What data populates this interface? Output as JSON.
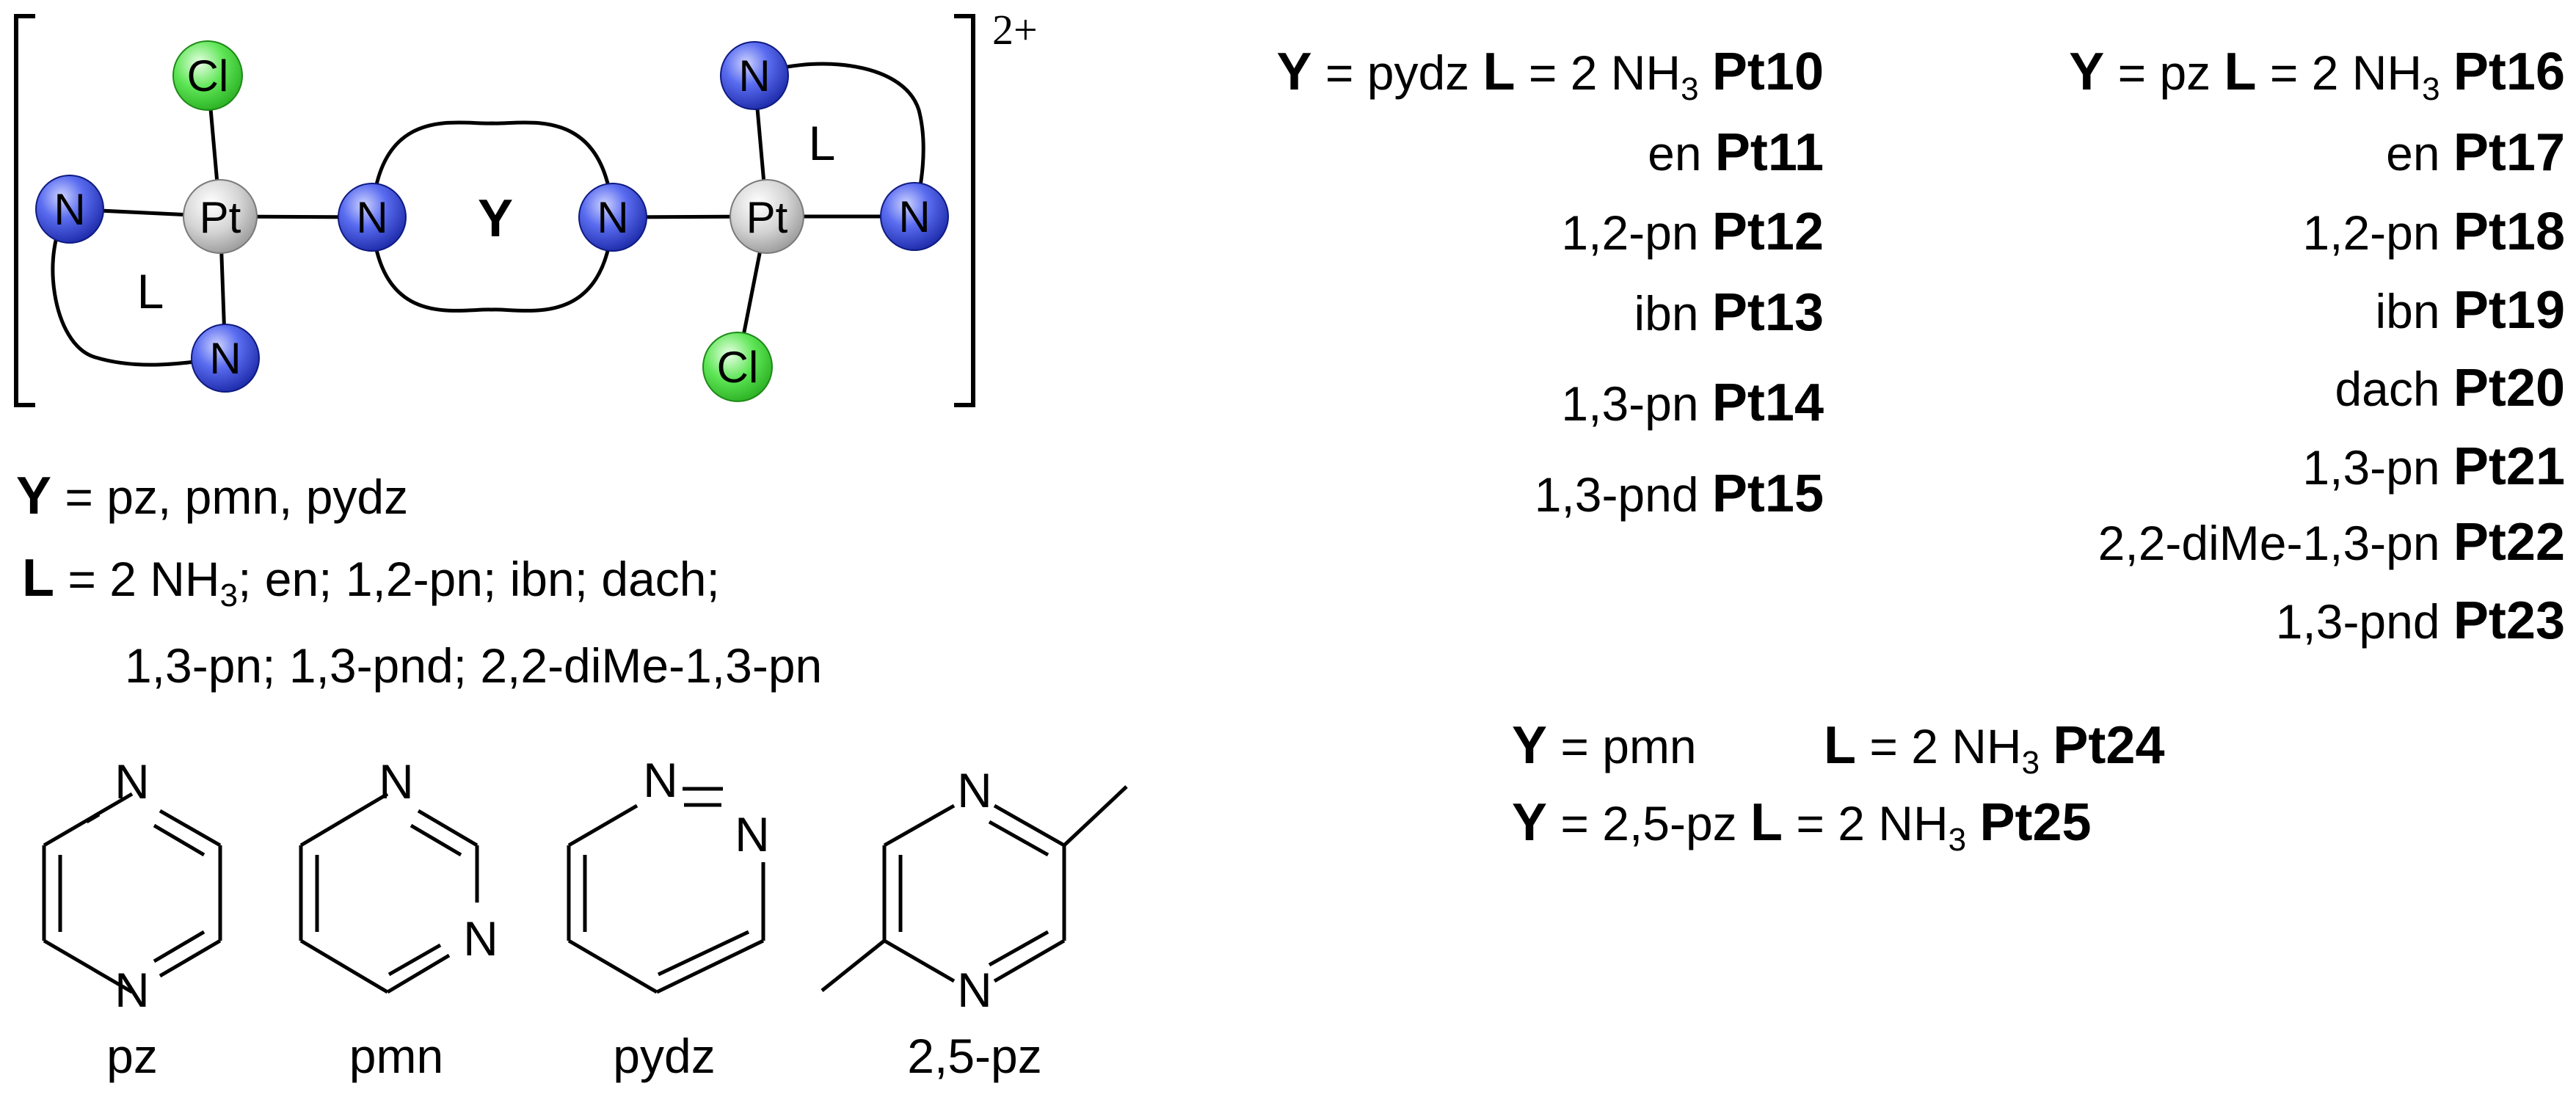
{
  "complex": {
    "charge": "2+",
    "metal": "Pt",
    "chloride": "Cl",
    "nitrogen": "N",
    "bridge_symbol": "Y",
    "chelate_symbol": "L"
  },
  "definitions": {
    "y": {
      "symbol": "Y",
      "text": " = pz, pmn, pydz"
    },
    "l": {
      "symbol": "L",
      "pre": " = 2 NH",
      "sub": "3",
      "post": "; en; 1,2-pn; ibn; dach;",
      "line2": "1,3-pn; 1,3-pnd; 2,2-diMe-1,3-pn"
    }
  },
  "heterocycles": [
    {
      "name": "pz",
      "atoms": [
        "N",
        "N"
      ]
    },
    {
      "name": "pmn",
      "atoms": [
        "N",
        "N"
      ]
    },
    {
      "name": "pydz",
      "atoms": [
        "N",
        "N"
      ]
    },
    {
      "name": "2,5-pz",
      "atoms": [
        "N",
        "N"
      ]
    }
  ],
  "series_pydz": {
    "y_symbol": "Y",
    "y_value": " = pydz ",
    "l_symbol": "L",
    "rows": [
      {
        "ligand": " = 2 NH",
        "sub": "3",
        "code": "Pt10"
      },
      {
        "ligand": "en",
        "code": "Pt11"
      },
      {
        "ligand": "1,2-pn",
        "code": "Pt12"
      },
      {
        "ligand": "ibn",
        "code": "Pt13"
      },
      {
        "ligand": "1,3-pn",
        "code": "Pt14"
      },
      {
        "ligand": "1,3-pnd",
        "code": "Pt15"
      }
    ]
  },
  "series_pz": {
    "y_symbol": "Y",
    "y_value": " = pz ",
    "l_symbol": "L",
    "rows": [
      {
        "ligand": " = 2 NH",
        "sub": "3",
        "code": "Pt16"
      },
      {
        "ligand": "en",
        "code": "Pt17"
      },
      {
        "ligand": "1,2-pn",
        "code": "Pt18"
      },
      {
        "ligand": "ibn",
        "code": "Pt19"
      },
      {
        "ligand": "dach",
        "code": "Pt20"
      },
      {
        "ligand": "1,3-pn",
        "code": "Pt21"
      },
      {
        "ligand": "2,2-diMe-1,3-pn",
        "code": "Pt22"
      },
      {
        "ligand": "1,3-pnd",
        "code": "Pt23"
      }
    ]
  },
  "series_other": [
    {
      "y_symbol": "Y",
      "y_value": " = pmn",
      "l_symbol": "L",
      "ligand": " = 2 NH",
      "sub": "3",
      "code": "Pt24"
    },
    {
      "y_symbol": "Y",
      "y_value": " = 2,5-pz",
      "l_symbol": "L",
      "ligand": " = 2 NH",
      "sub": "3",
      "code": "Pt25"
    }
  ],
  "colors": {
    "nitrogen": "#3a4fd6",
    "chlorine": "#4fe04a",
    "platinum": "#c8c8c8"
  }
}
